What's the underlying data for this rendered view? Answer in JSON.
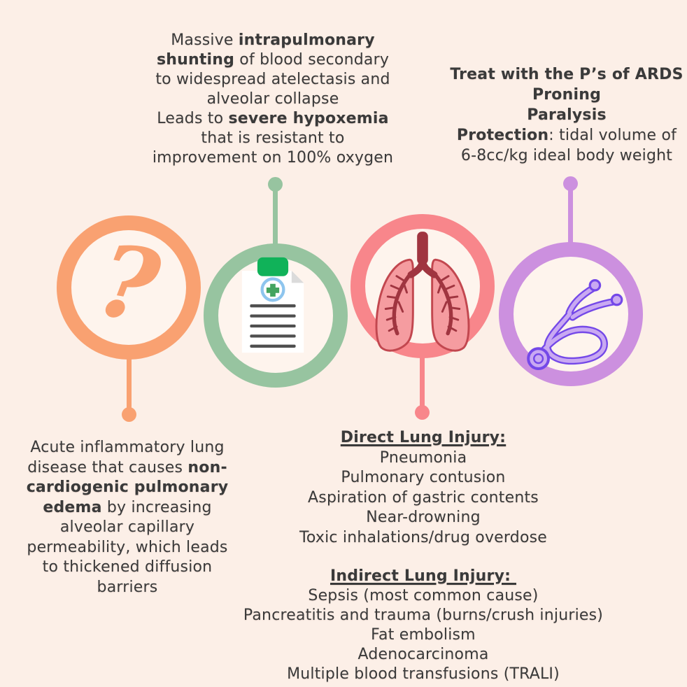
{
  "colors": {
    "background": "#FCEFE7",
    "text": "#3A3A3A",
    "orange": "#F9A171",
    "green": "#97C4A0",
    "red": "#F8868B",
    "purple": "#CC90DF",
    "clip-green": "#10B259",
    "cross-blue": "#8EC5EE",
    "cross-green": "#44A45F",
    "paper-fold": "#DBDBDB",
    "paper-line": "#4F4F4F",
    "lung-fill": "#F59CA0",
    "lung-stroke": "#C2474F",
    "bronchi": "#A03540",
    "steth-fill": "#C9A9F2",
    "steth-stroke": "#7448E8"
  },
  "notes": {
    "top_center": {
      "lines": [
        [
          {
            "t": "Massive "
          },
          {
            "t": "intrapulmonary",
            "b": true
          }
        ],
        [
          {
            "t": "shunting",
            "b": true
          },
          {
            "t": " of blood secondary"
          }
        ],
        [
          {
            "t": "to widespread atelectasis and"
          }
        ],
        [
          {
            "t": "alveolar collapse"
          }
        ],
        [
          {
            "t": "Leads to "
          },
          {
            "t": "severe hypoxemia",
            "b": true
          }
        ],
        [
          {
            "t": "that is resistant to"
          }
        ],
        [
          {
            "t": "improvement on 100% oxygen"
          }
        ]
      ]
    },
    "top_right": {
      "lines": [
        [
          {
            "t": "Treat with the P’s of ARDS",
            "b": true
          }
        ],
        [
          {
            "t": "Proning",
            "b": true
          }
        ],
        [
          {
            "t": "Paralysis",
            "b": true
          }
        ],
        [
          {
            "t": "Protection",
            "b": true
          },
          {
            "t": ": tidal volume of"
          }
        ],
        [
          {
            "t": "6-8cc/kg ideal body weight"
          }
        ]
      ]
    },
    "bottom_left": {
      "lines": [
        [
          {
            "t": "Acute inflammatory lung"
          }
        ],
        [
          {
            "t": "disease that causes "
          },
          {
            "t": "non-",
            "b": true
          }
        ],
        [
          {
            "t": "cardiogenic pulmonary",
            "b": true
          }
        ],
        [
          {
            "t": "edema",
            "b": true
          },
          {
            "t": " by increasing"
          }
        ],
        [
          {
            "t": "alveolar capillary"
          }
        ],
        [
          {
            "t": "permeability, which leads"
          }
        ],
        [
          {
            "t": "to thickened diffusion"
          }
        ],
        [
          {
            "t": "barriers"
          }
        ]
      ]
    }
  },
  "lists": {
    "direct": {
      "header": "Direct Lung Injury:",
      "items": [
        "Pneumonia",
        "Pulmonary contusion",
        "Aspiration of gastric contents",
        "Near-drowning",
        "Toxic inhalations/drug overdose"
      ]
    },
    "indirect": {
      "header": "Indirect Lung Injury: ",
      "items": [
        "Sepsis (most common cause)",
        "Pancreatitis and trauma (burns/crush injuries)",
        "Fat embolism",
        "Adenocarcinoma",
        "Multiple blood transfusions (TRALI)"
      ]
    }
  },
  "icons": {
    "question_glyph": "?",
    "names": [
      "question-mark-icon",
      "medical-clipboard-icon",
      "lungs-icon",
      "stethoscope-icon"
    ]
  }
}
